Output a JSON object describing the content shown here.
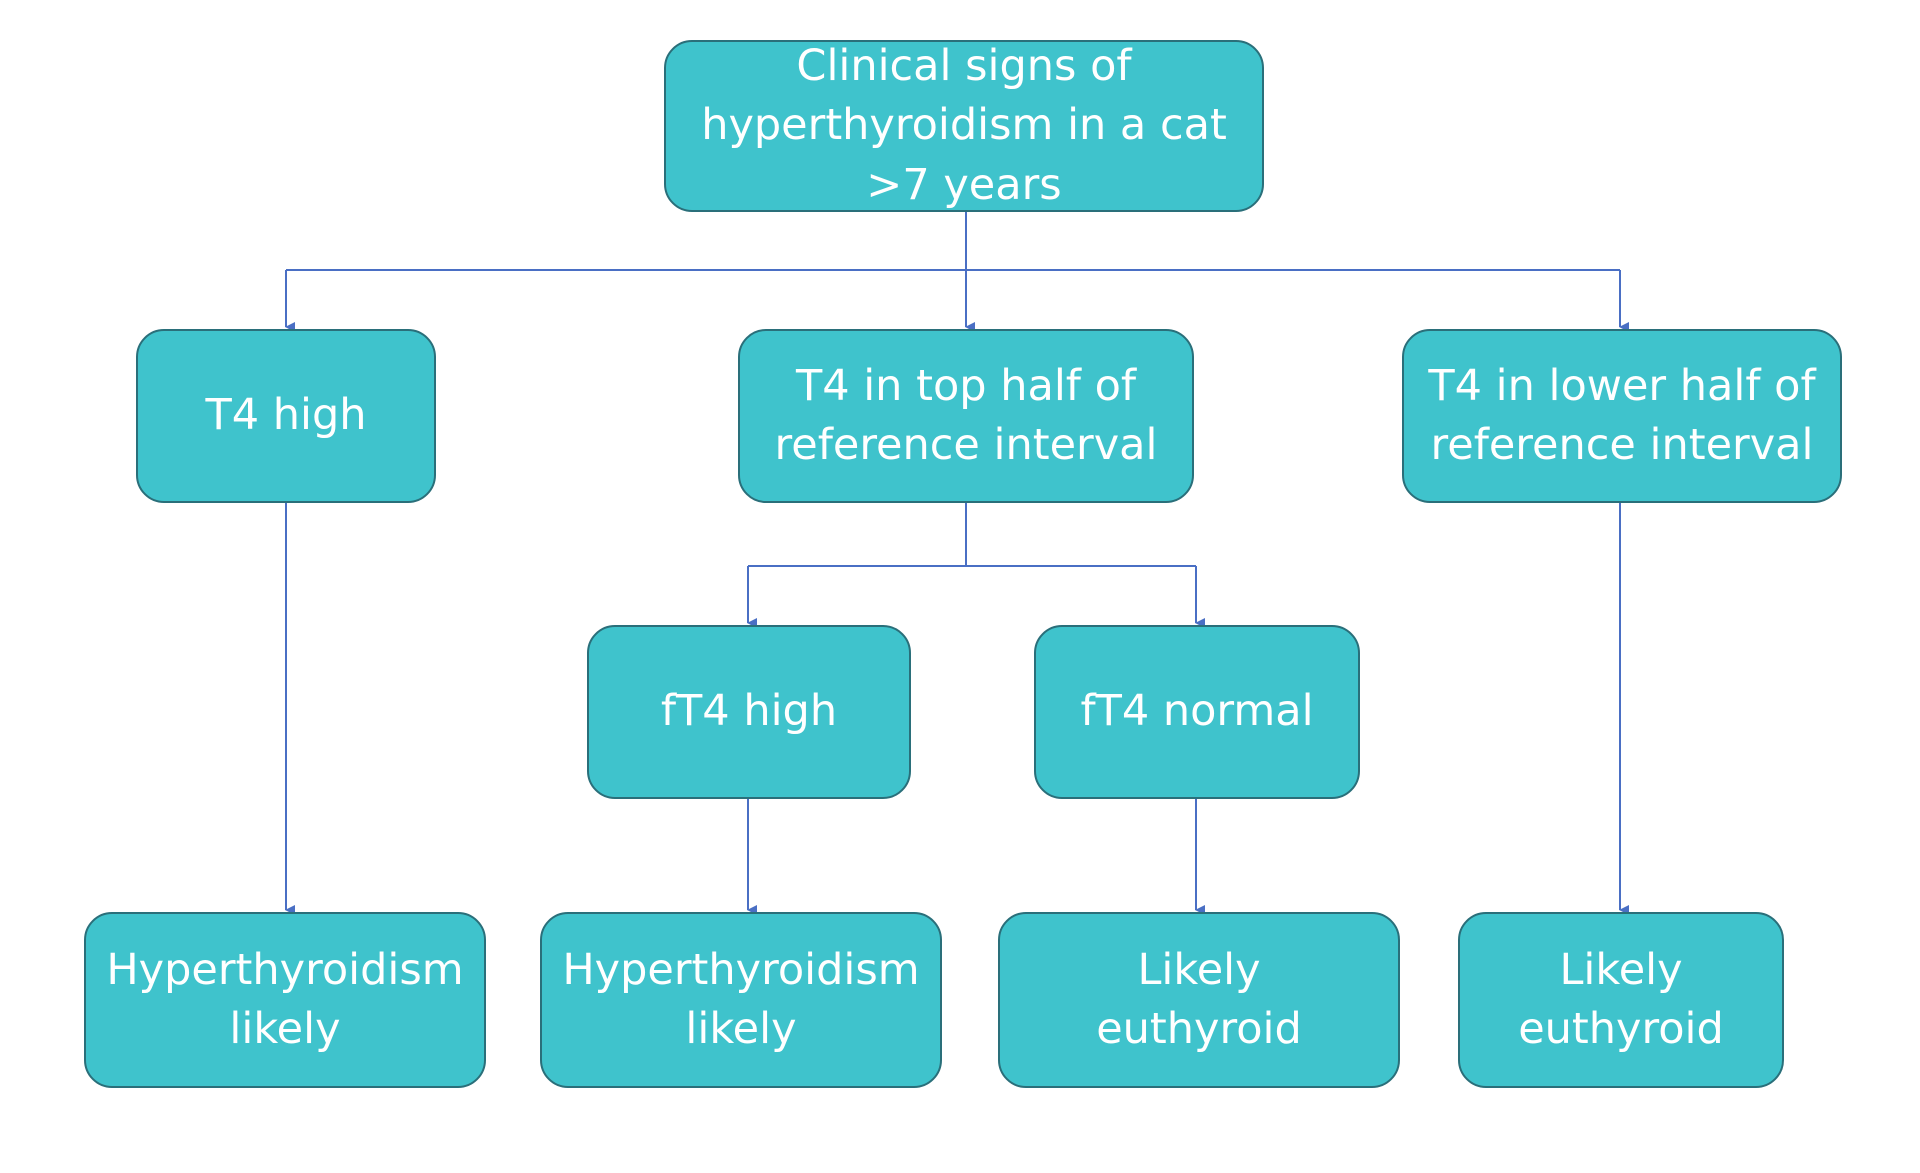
{
  "colors": {
    "node_fill": "#3fc3cc",
    "node_border": "#2a6f7a",
    "connector": "#4a6fc4",
    "text": "#ffffff"
  },
  "nodes": {
    "root": "Clinical signs of\nhyperthyroidism in a cat\n>7 years",
    "t4_high": "T4 high",
    "t4_top_half": "T4 in top half of\nreference interval",
    "t4_lower_half": "T4 in lower half of\nreference interval",
    "ft4_high": "fT4 high",
    "ft4_normal": "fT4 normal",
    "hyper_likely_1": "Hyperthyroidism\nlikely",
    "hyper_likely_2": "Hyperthyroidism\nlikely",
    "euthyroid_1": "Likely\neuthyroid",
    "euthyroid_2": "Likely\neuthyroid"
  }
}
